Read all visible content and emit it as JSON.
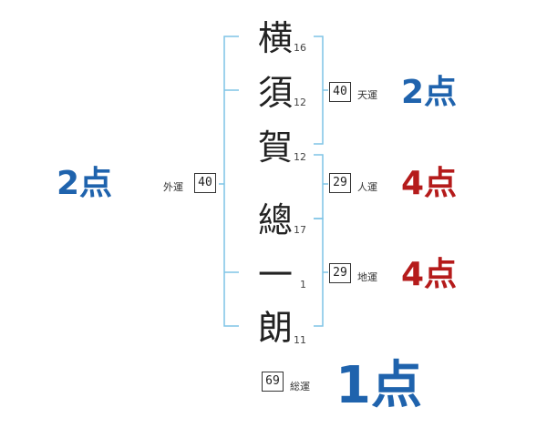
{
  "name": {
    "characters": [
      {
        "char": "横",
        "strokes": "16"
      },
      {
        "char": "須",
        "strokes": "12"
      },
      {
        "char": "賀",
        "strokes": "12"
      },
      {
        "char": "總",
        "strokes": "17"
      },
      {
        "char": "一",
        "strokes": "1"
      },
      {
        "char": "朗",
        "strokes": "11"
      }
    ]
  },
  "fortunes": {
    "tenkaku": {
      "value": "40",
      "label": "天運",
      "score": "2点"
    },
    "jinkaku": {
      "value": "29",
      "label": "人運",
      "score": "4点"
    },
    "chikaku": {
      "value": "29",
      "label": "地運",
      "score": "4点"
    },
    "gaikaku": {
      "value": "40",
      "label": "外運",
      "score": "2点"
    },
    "soukaku": {
      "value": "69",
      "label": "総運",
      "score": "1点"
    }
  },
  "colors": {
    "bracket": "#7fc4e6",
    "blue": "#1f63ad",
    "red": "#b51b1b"
  }
}
